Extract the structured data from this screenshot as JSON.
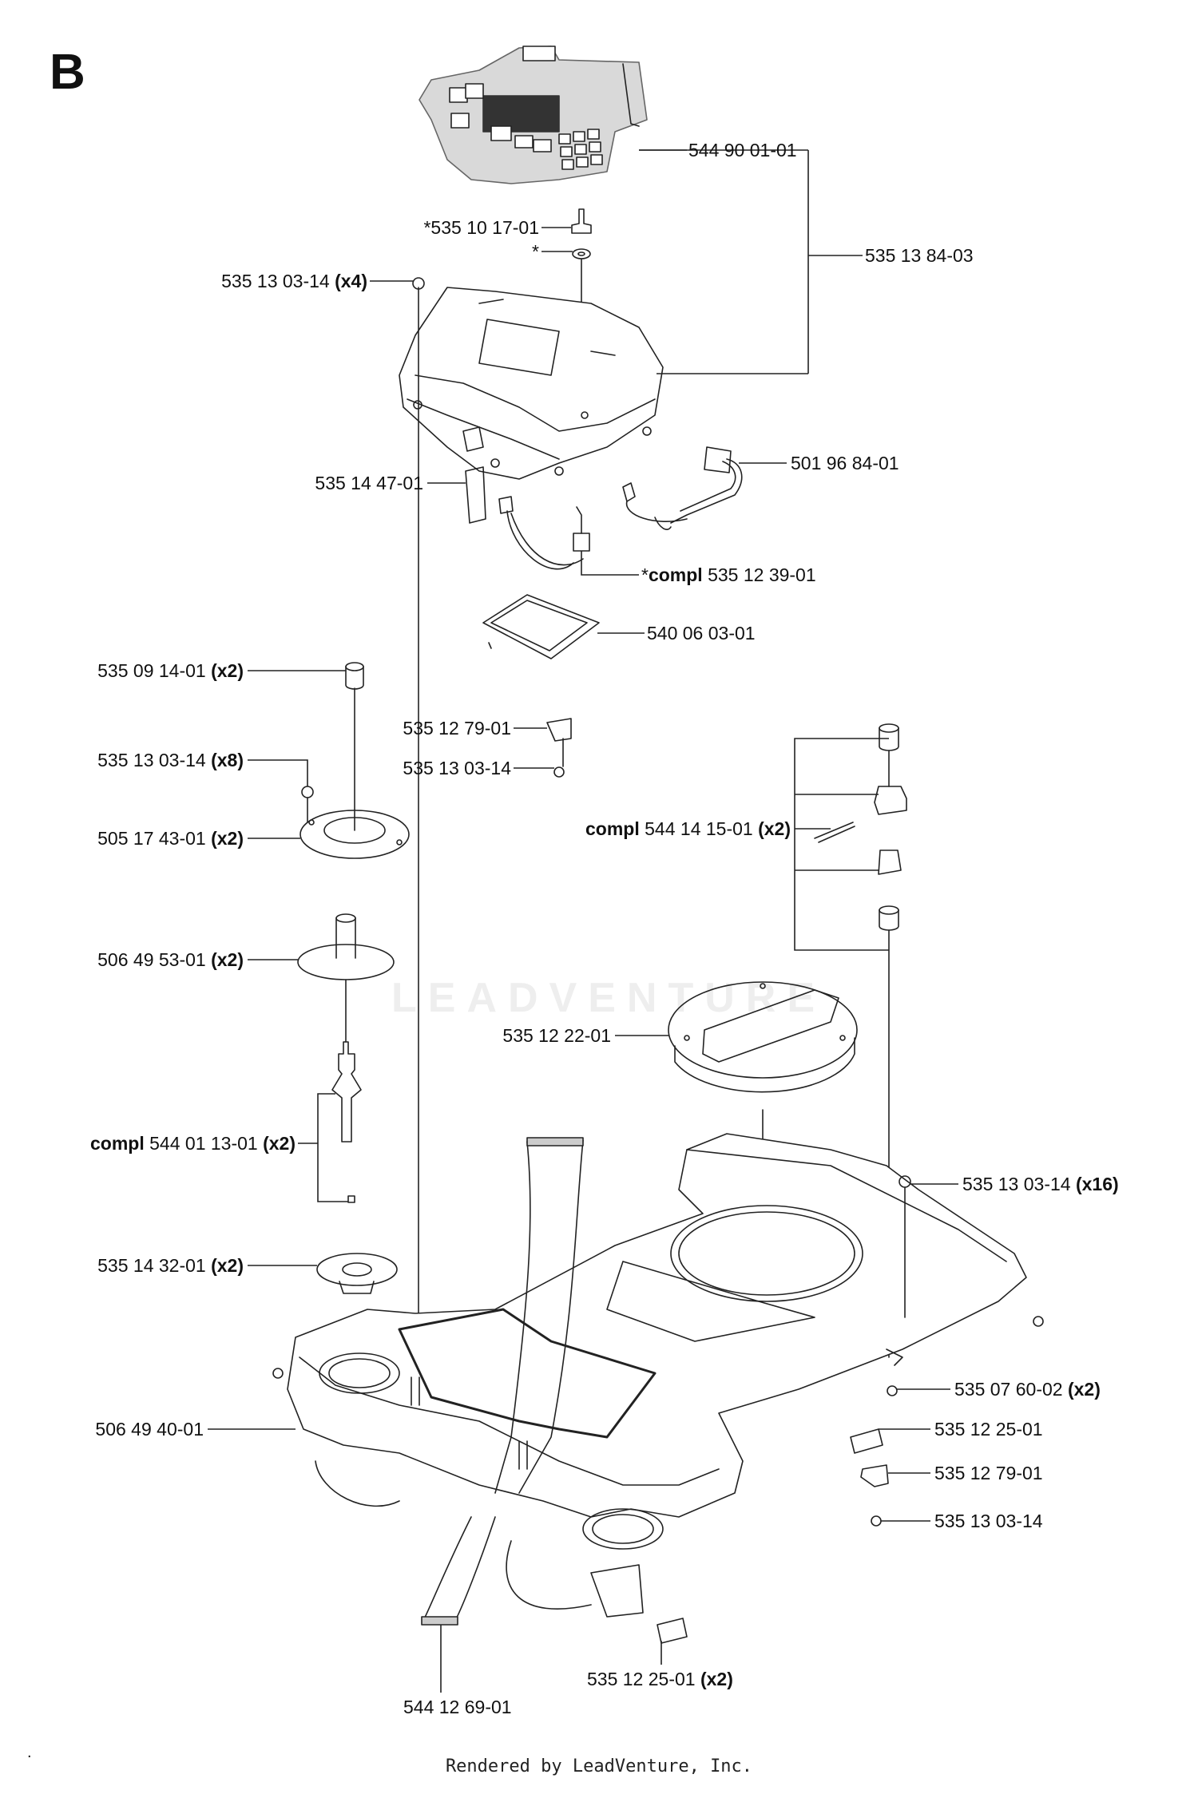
{
  "section_letter": "B",
  "watermark": "LEADVENTURE",
  "footer": "Rendered by LeadVenture, Inc.",
  "footer_dot": ".",
  "callouts": {
    "c1": {
      "pre": "",
      "bold": "",
      "num": "544 90 01-01",
      "qty": ""
    },
    "c2": {
      "pre": "",
      "bold": "",
      "num": "*535 10 17-01",
      "qty": ""
    },
    "c3": {
      "pre": "",
      "bold": "",
      "num": "*",
      "qty": ""
    },
    "c4": {
      "pre": "",
      "bold": "",
      "num": "535 13 84-03",
      "qty": ""
    },
    "c5": {
      "pre": "",
      "bold": "",
      "num": "535 13 03-14 ",
      "qty": "(x4)"
    },
    "c6": {
      "pre": "",
      "bold": "",
      "num": "501 96 84-01",
      "qty": ""
    },
    "c7": {
      "pre": "",
      "bold": "",
      "num": "535 14 47-01",
      "qty": ""
    },
    "c8": {
      "pre": "*",
      "bold": "compl",
      "num": " 535 12 39-01",
      "qty": ""
    },
    "c9": {
      "pre": "",
      "bold": "",
      "num": "540 06 03-01",
      "qty": ""
    },
    "c10": {
      "pre": "",
      "bold": "",
      "num": "535 09 14-01 ",
      "qty": "(x2)"
    },
    "c11": {
      "pre": "",
      "bold": "",
      "num": "535 12 79-01",
      "qty": ""
    },
    "c12": {
      "pre": "",
      "bold": "",
      "num": "535 13 03-14 ",
      "qty": "(x8)"
    },
    "c13": {
      "pre": "",
      "bold": "",
      "num": "535 13 03-14",
      "qty": ""
    },
    "c14": {
      "pre": "",
      "bold": "",
      "num": "505 17 43-01 ",
      "qty": "(x2)"
    },
    "c15": {
      "pre": "",
      "bold": "compl",
      "num": " 544 14 15-01 ",
      "qty": "(x2)"
    },
    "c16": {
      "pre": "",
      "bold": "",
      "num": "506 49 53-01 ",
      "qty": "(x2)"
    },
    "c17": {
      "pre": "",
      "bold": "",
      "num": "535 12 22-01",
      "qty": ""
    },
    "c18": {
      "pre": "",
      "bold": "compl",
      "num": " 544 01 13-01 ",
      "qty": "(x2)"
    },
    "c19": {
      "pre": "",
      "bold": "",
      "num": "535 13 03-14 ",
      "qty": "(x16)"
    },
    "c20": {
      "pre": "",
      "bold": "",
      "num": "535 14 32-01 ",
      "qty": "(x2)"
    },
    "c21": {
      "pre": "",
      "bold": "",
      "num": "535 07 60-02 ",
      "qty": "(x2)"
    },
    "c22": {
      "pre": "",
      "bold": "",
      "num": "506 49 40-01",
      "qty": ""
    },
    "c23": {
      "pre": "",
      "bold": "",
      "num": "535 12 25-01",
      "qty": ""
    },
    "c24": {
      "pre": "",
      "bold": "",
      "num": "535 12 79-01",
      "qty": ""
    },
    "c25": {
      "pre": "",
      "bold": "",
      "num": "535 13 03-14",
      "qty": ""
    },
    "c26": {
      "pre": "",
      "bold": "",
      "num": "535 12 25-01 ",
      "qty": "(x2)"
    },
    "c27": {
      "pre": "",
      "bold": "",
      "num": "544 12 69-01",
      "qty": ""
    }
  },
  "colors": {
    "line": "#222222",
    "panel": "#d9d9d9",
    "watermark": "#eeeeee"
  }
}
